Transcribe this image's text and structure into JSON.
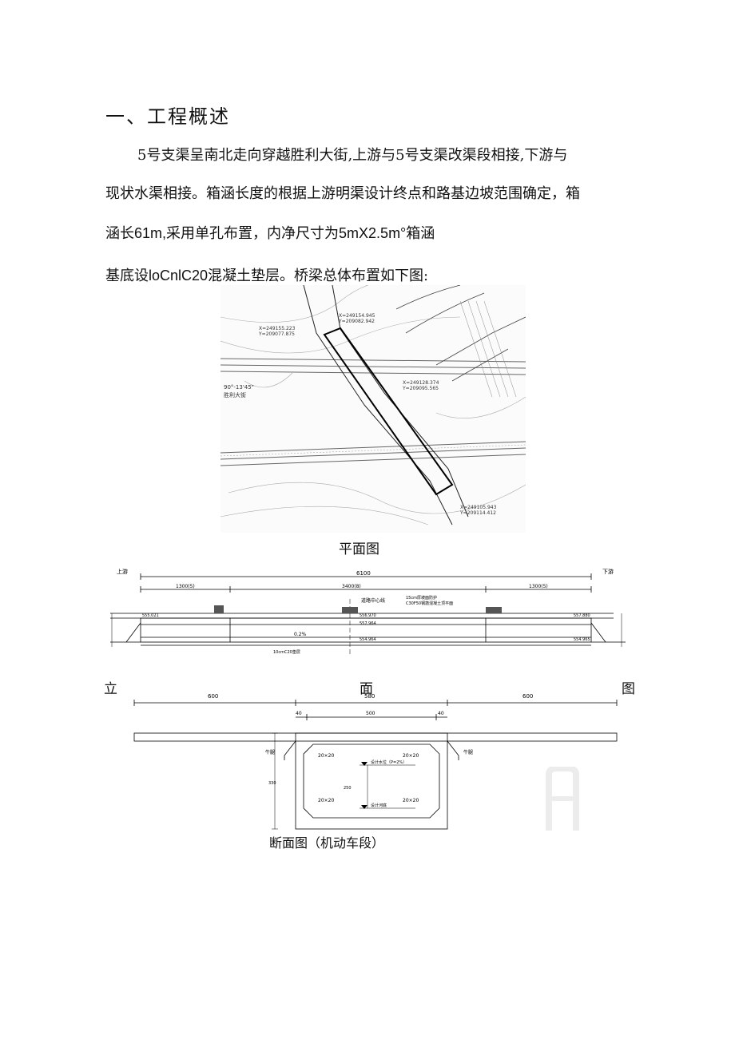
{
  "heading": "一、工程概述",
  "paragraph": {
    "line1": "5号支渠呈南北走向穿越胜利大街,上游与5号支渠改渠段相接,下游与",
    "line2": "现状水渠相接。箱涵长度的根据上游明渠设计终点和路基边坡范围确定，箱",
    "line3_a": "涵长",
    "line3_b": "61m,",
    "line3_c": "采用单孔布置，内净尺寸为",
    "line3_d": "5mX2.5m°",
    "line3_e": "箱涵",
    "line4_a": "基底设",
    "line4_b": "loCnlC20",
    "line4_c": "混凝土垫层。桥梁总体布置如下图:"
  },
  "figures": {
    "plan_caption": "平面图",
    "elevation_caption_left": "立",
    "elevation_caption_mid": "面",
    "elevation_caption_right": "图",
    "section_caption": "断面图（机动车段）"
  },
  "plan_labels": {
    "street": "胜利大街",
    "angle": "90°-13'45\"",
    "coord1": "X=249155.223",
    "coord2": "Y=209077.875",
    "coord3": "X=249154.945",
    "coord4": "Y=209082.942",
    "coord5": "X=249128.374",
    "coord6": "Y=209095.565",
    "coord7": "X=249105.943",
    "coord8": "Y=209114.412"
  },
  "elevation_labels": {
    "total": "6100",
    "left_span": "1300(5)",
    "mid_span": "3400(8)",
    "right_span": "1300(5)",
    "center": "道路中心线",
    "note1": "15cm厚坡面防护",
    "note2": "C30F50钢筋混凝土顶平面",
    "elev1": "555.021",
    "elev2": "556.970",
    "elev3": "557.964",
    "elev4": "554.964",
    "elev5": "557.880",
    "elev6": "554.965",
    "grade": "0.2%",
    "base": "10cmC20垫层",
    "left_end": "上游",
    "right_end": "下游"
  },
  "section_labels": {
    "w_left": "600",
    "w_mid": "580",
    "w_right": "600",
    "wall_l": "40",
    "inner": "500",
    "wall_r": "40",
    "chamfer_tl": "20×20",
    "chamfer_tr": "20×20",
    "chamfer_bl": "20×20",
    "chamfer_br": "20×20",
    "water": "设计水位（P=2%）",
    "bed": "设计河底",
    "height": "250",
    "total_h": "330",
    "left_tag": "牛腿",
    "right_tag": "牛腿"
  }
}
